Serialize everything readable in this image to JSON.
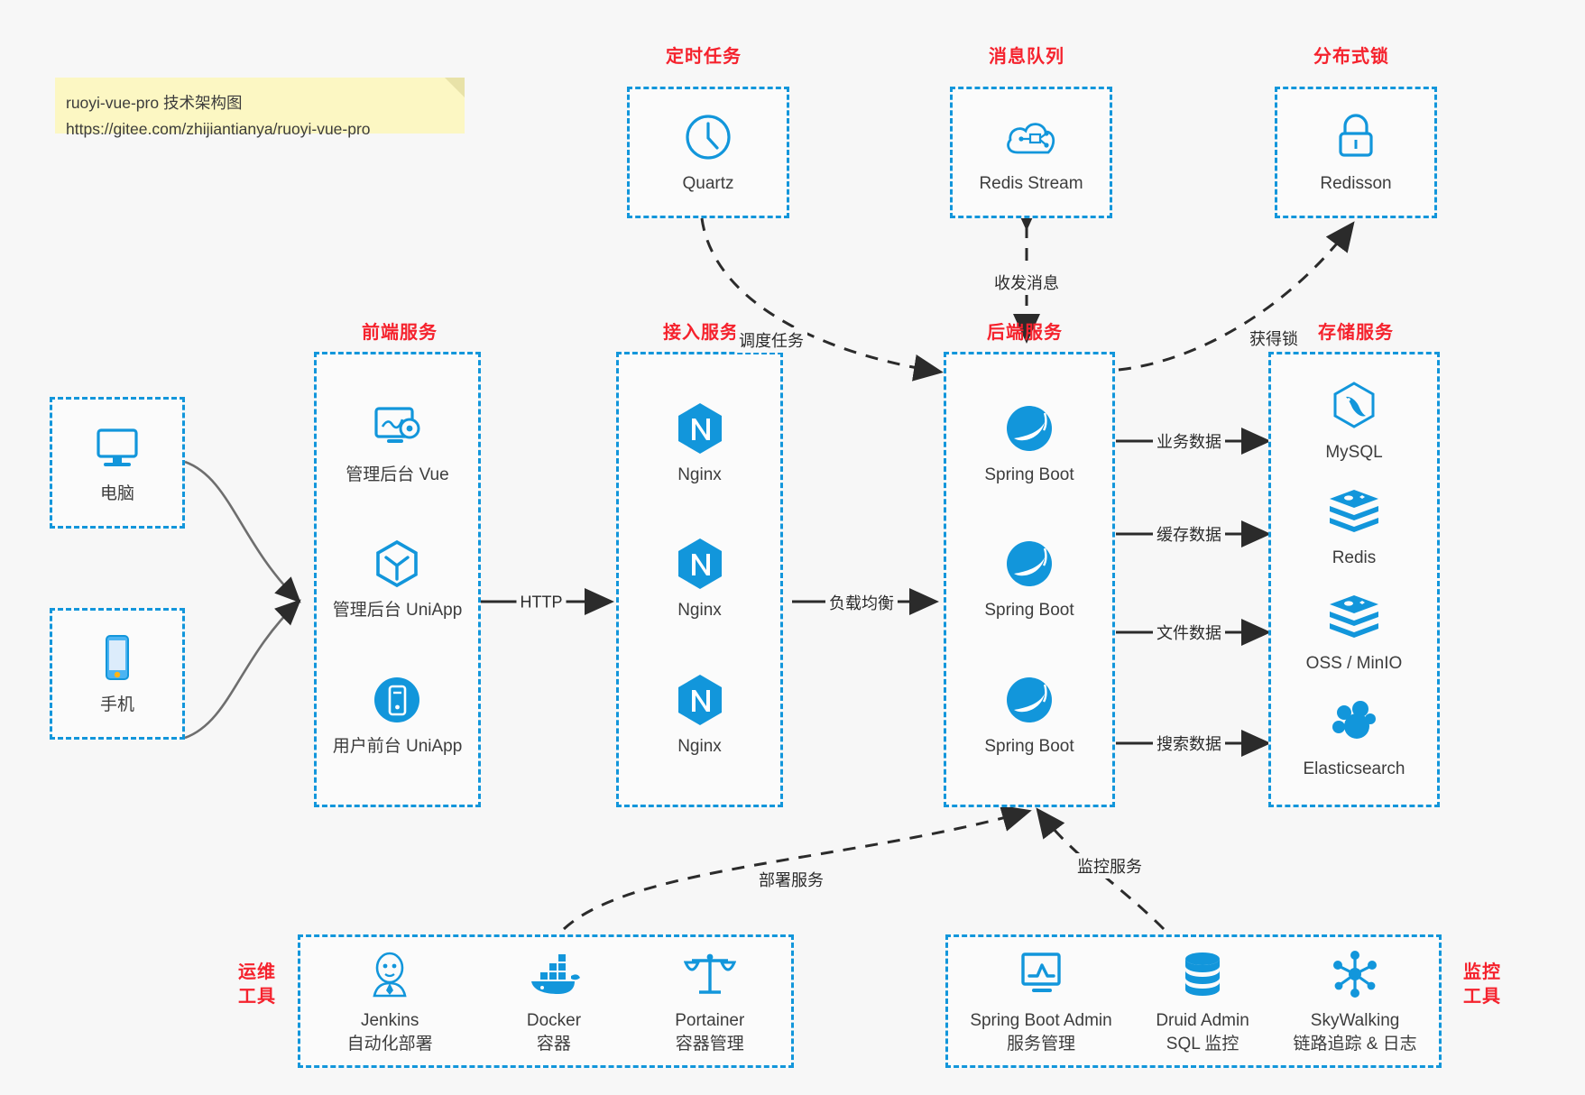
{
  "note": {
    "line1": "ruoyi-vue-pro 技术架构图",
    "line2": "https://gitee.com/zhijiantianya/ruoyi-vue-pro"
  },
  "colors": {
    "accent_blue": "#1296db",
    "caption_red": "#f5222d",
    "background": "#f7f7f7",
    "note_yellow": "#fcf7c3",
    "arrow_dark": "#2b2b2b"
  },
  "captions": {
    "scheduled_task": "定时任务",
    "message_queue": "消息队列",
    "distributed_lock": "分布式锁",
    "frontend_service": "前端服务",
    "gateway_service": "接入服务",
    "backend_service": "后端服务",
    "storage_service": "存储服务",
    "devops_tools_line1": "运维",
    "devops_tools_line2": "工具",
    "monitor_tools_line1": "监控",
    "monitor_tools_line2": "工具"
  },
  "clients": [
    {
      "label": "电脑",
      "icon": "desktop-computer-icon"
    },
    {
      "label": "手机",
      "icon": "mobile-phone-icon"
    }
  ],
  "top_boxes": [
    {
      "label": "Quartz",
      "icon": "clock-icon"
    },
    {
      "label": "Redis Stream",
      "icon": "cloud-stream-icon"
    },
    {
      "label": "Redisson",
      "icon": "padlock-icon"
    }
  ],
  "frontend": [
    {
      "label": "管理后台 Vue",
      "icon": "monitor-gear-icon"
    },
    {
      "label": "管理后台 UniApp",
      "icon": "hexagon-cube-icon"
    },
    {
      "label": "用户前台 UniApp",
      "icon": "mobile-circle-icon"
    }
  ],
  "gateway": [
    {
      "label": "Nginx",
      "icon": "nginx-icon"
    },
    {
      "label": "Nginx",
      "icon": "nginx-icon"
    },
    {
      "label": "Nginx",
      "icon": "nginx-icon"
    }
  ],
  "backend": [
    {
      "label": "Spring Boot",
      "icon": "spring-boot-icon"
    },
    {
      "label": "Spring Boot",
      "icon": "spring-boot-icon"
    },
    {
      "label": "Spring Boot",
      "icon": "spring-boot-icon"
    }
  ],
  "storage": [
    {
      "label": "MySQL",
      "icon": "mysql-icon"
    },
    {
      "label": "Redis",
      "icon": "redis-icon"
    },
    {
      "label": "OSS / MinIO",
      "icon": "redis-icon"
    },
    {
      "label": "Elasticsearch",
      "icon": "elasticsearch-icon"
    }
  ],
  "devops": [
    {
      "label": "Jenkins",
      "sub": "自动化部署",
      "icon": "jenkins-butler-icon"
    },
    {
      "label": "Docker",
      "sub": "容器",
      "icon": "docker-whale-icon"
    },
    {
      "label": "Portainer",
      "sub": "容器管理",
      "icon": "scales-balance-icon"
    }
  ],
  "monitor": [
    {
      "label": "Spring Boot Admin",
      "sub": "服务管理",
      "icon": "monitor-chart-icon"
    },
    {
      "label": "Druid Admin",
      "sub": "SQL 监控",
      "icon": "database-stack-icon"
    },
    {
      "label": "SkyWalking",
      "sub": "链路追踪 & 日志",
      "icon": "network-nodes-icon"
    }
  ],
  "edges": [
    {
      "id": "http",
      "label": "HTTP"
    },
    {
      "id": "load-balance",
      "label": "负载均衡"
    },
    {
      "id": "schedule-task",
      "label": "调度任务"
    },
    {
      "id": "send-recv-msg",
      "label": "收发消息"
    },
    {
      "id": "acquire-lock",
      "label": "获得锁"
    },
    {
      "id": "business-data",
      "label": "业务数据"
    },
    {
      "id": "cache-data",
      "label": "缓存数据"
    },
    {
      "id": "file-data",
      "label": "文件数据"
    },
    {
      "id": "search-data",
      "label": "搜索数据"
    },
    {
      "id": "deploy-service",
      "label": "部署服务"
    },
    {
      "id": "monitor-service",
      "label": "监控服务"
    }
  ]
}
